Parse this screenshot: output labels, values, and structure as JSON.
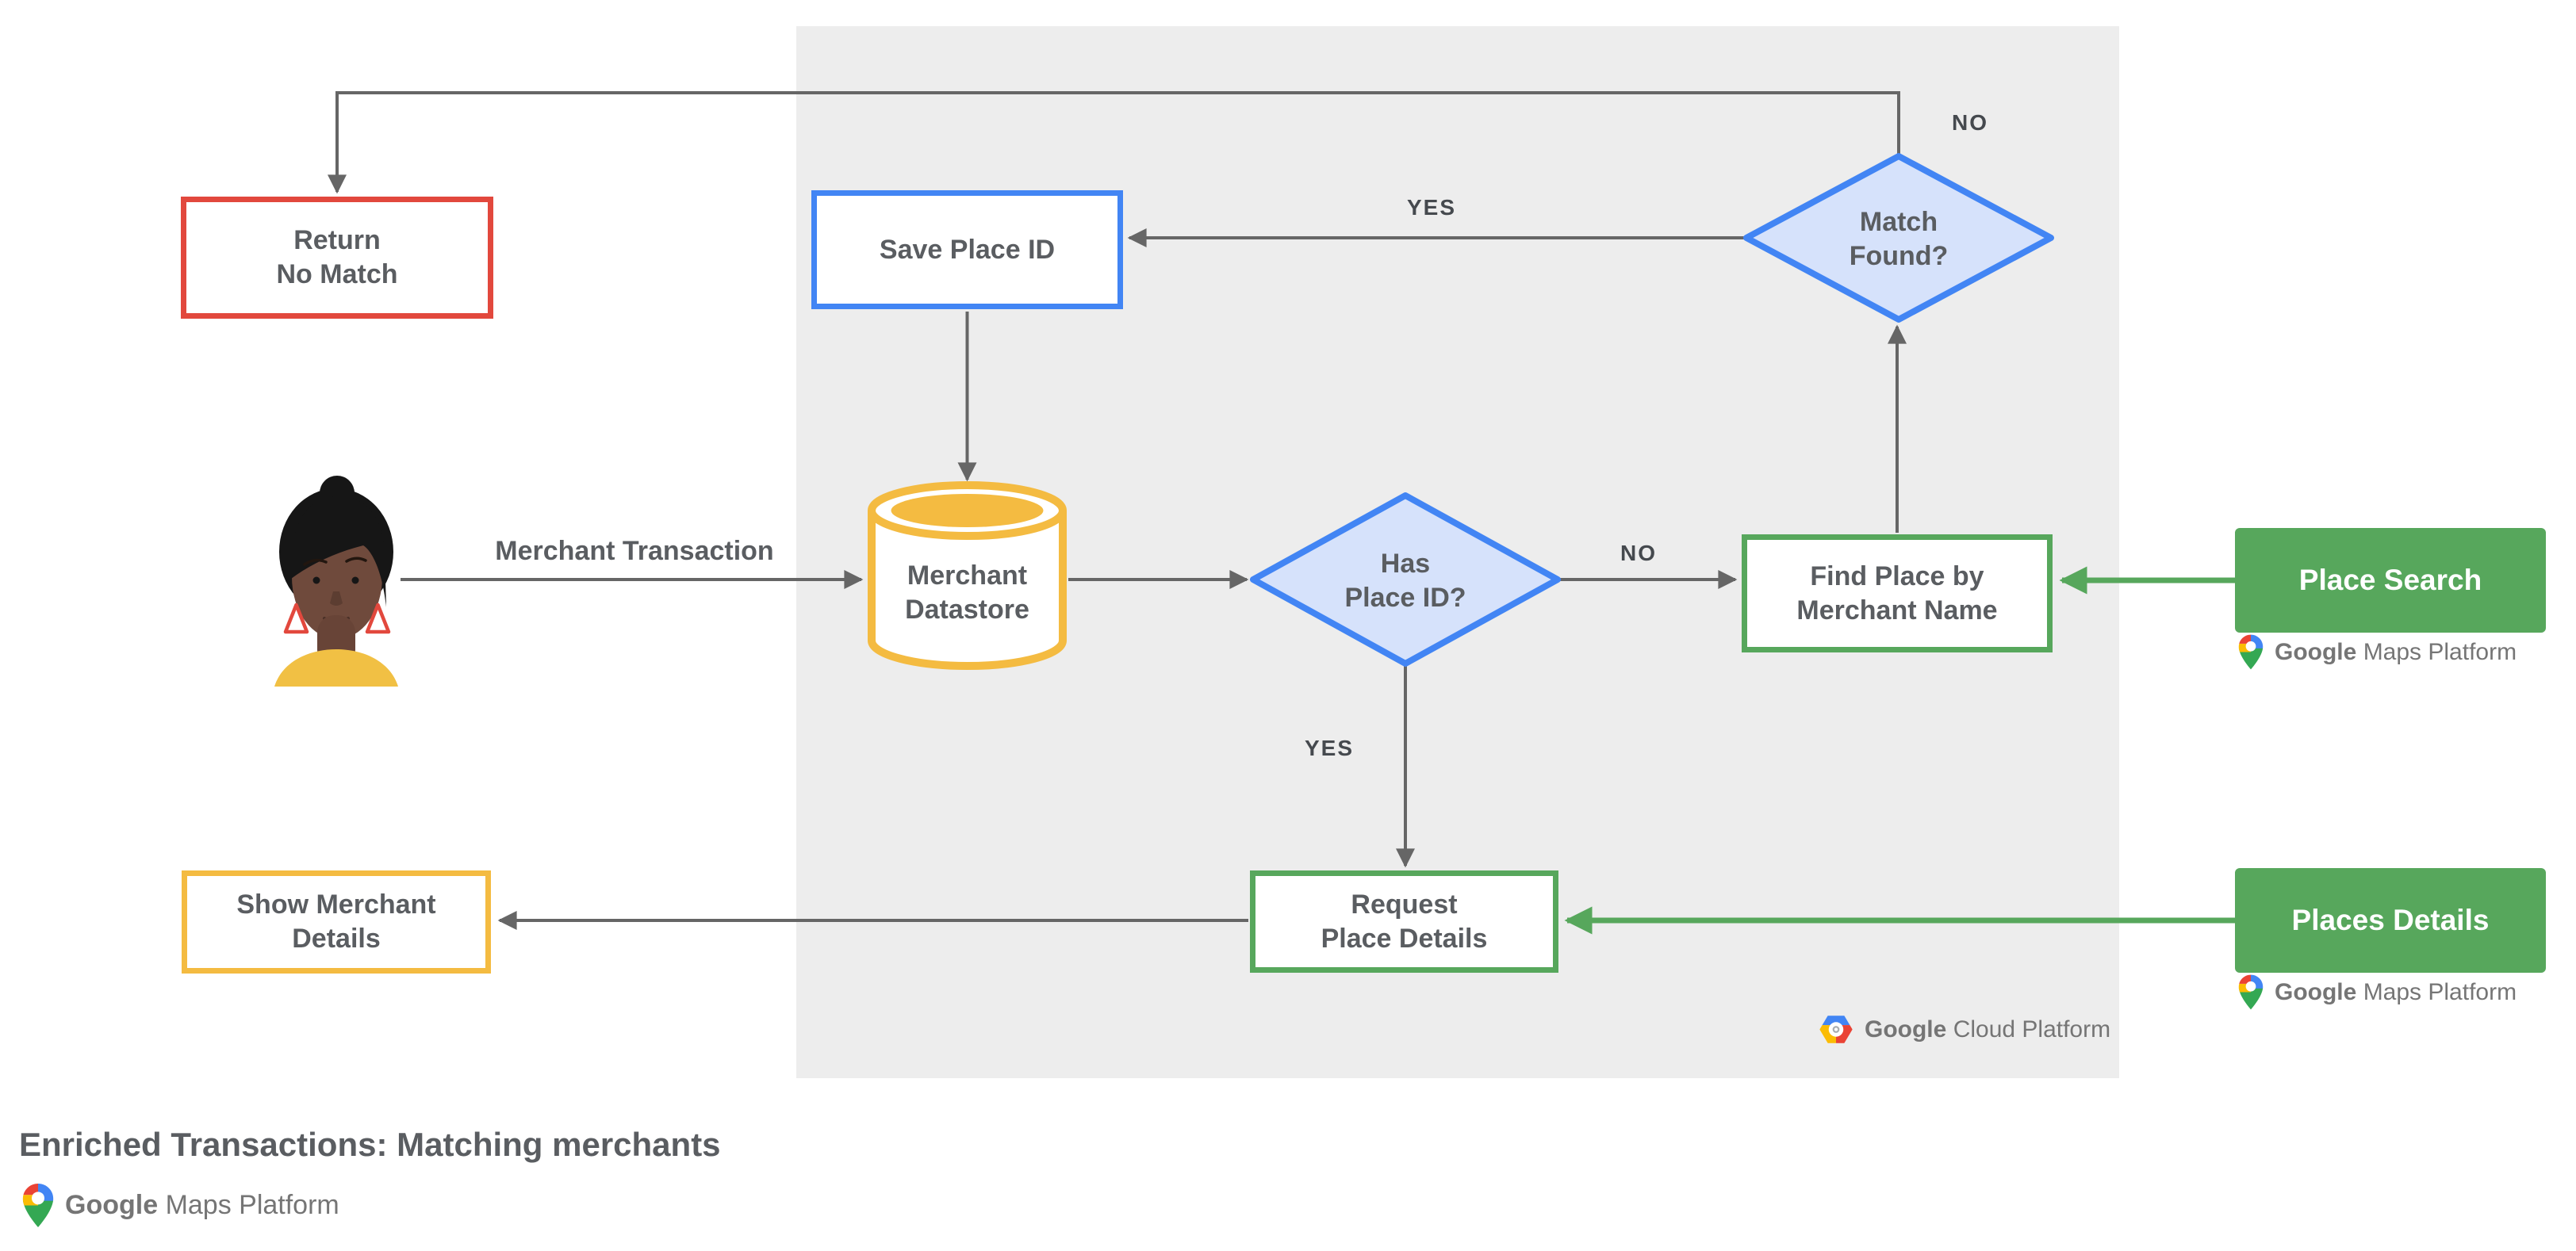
{
  "title": "Enriched Transactions: Matching merchants",
  "nodes": {
    "return_no_match": {
      "label": "Return\nNo Match"
    },
    "save_place_id": {
      "label": "Save Place ID"
    },
    "merchant_datastore": {
      "label": "Merchant\nDatastore"
    },
    "has_place_id": {
      "label": "Has\nPlace ID?"
    },
    "match_found": {
      "label": "Match\nFound?"
    },
    "find_place_by_merchant_name": {
      "label": "Find Place by\nMerchant Name"
    },
    "request_place_details": {
      "label": "Request\nPlace Details"
    },
    "show_merchant_details": {
      "label": "Show Merchant\nDetails"
    }
  },
  "api_boxes": {
    "place_search": {
      "label": "Place Search"
    },
    "places_details": {
      "label": "Places Details"
    }
  },
  "edge_labels": {
    "merchant_transaction": "Merchant Transaction",
    "match_found_yes": "YES",
    "match_found_no": "NO",
    "has_place_id_yes": "YES",
    "has_place_id_no": "NO"
  },
  "branding": {
    "google": "Google",
    "maps_platform_suffix": "Maps Platform",
    "cloud_platform_suffix": "Cloud Platform"
  },
  "colors": {
    "accent_red": "#E2483D",
    "accent_blue": "#4285F4",
    "diamond_fill": "#D6E2FB",
    "accent_yellow": "#F4BB41",
    "accent_green": "#57A75C",
    "arrow_gray": "#666666",
    "text_gray": "#5A5D61",
    "label_gray": "#45494E",
    "panel_gray": "#EDEDED",
    "logo_gray": "#757575"
  }
}
